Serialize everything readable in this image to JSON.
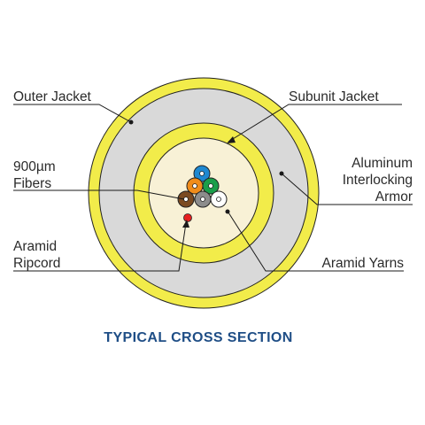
{
  "labels": {
    "outer_jacket": "Outer Jacket",
    "subunit_jacket": "Subunit Jacket",
    "fibers_line1": "900µm",
    "fibers_line2": "Fibers",
    "armor_line1": "Aluminum",
    "armor_line2": "Interlocking",
    "armor_line3": "Armor",
    "ripcord_line1": "Aramid",
    "ripcord_line2": "Ripcord",
    "yarns": "Aramid Yarns"
  },
  "caption": "TYPICAL CROSS SECTION",
  "colors": {
    "jacket_yellow": "#f2ec4a",
    "armor_gray": "#d9d9d9",
    "core_fill": "#f8f1d6",
    "outline": "#222222",
    "caption_blue": "#1f4e86",
    "fiber_blue": "#1e88d0",
    "fiber_brown": "#7b4a21",
    "fiber_orange": "#f08c1a",
    "fiber_green": "#1a9e4a",
    "fiber_gray": "#8c8c8c",
    "fiber_white": "#ffffff",
    "ripcord_red": "#e62020"
  }
}
